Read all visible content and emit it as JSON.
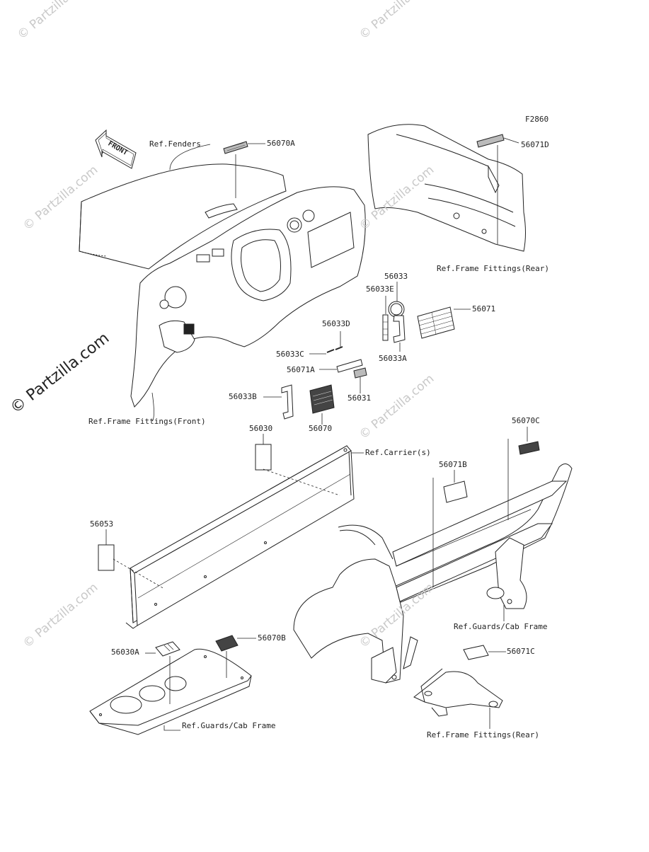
{
  "figure_code": "F2860",
  "watermark": {
    "text": "© Partzilla.com",
    "color_light": "#d3d3d3",
    "color_dark": "#222222"
  },
  "front_arrow": "FRONT",
  "parts": {
    "p56070A": "56070A",
    "p56071D": "56071D",
    "p56033": "56033",
    "p56033E": "56033E",
    "p56071": "56071",
    "p56033D": "56033D",
    "p56033C": "56033C",
    "p56033A": "56033A",
    "p56071A": "56071A",
    "p56033B": "56033B",
    "p56031": "56031",
    "p56070": "56070",
    "p56030": "56030",
    "p56070C": "56070C",
    "p56071B": "56071B",
    "p56053": "56053",
    "p56030A": "56030A",
    "p56070B": "56070B",
    "p56071C": "56071C"
  },
  "refs": {
    "fenders": "Ref.Fenders",
    "frame_rear_top": "Ref.Frame Fittings(Rear)",
    "frame_front": "Ref.Frame Fittings(Front)",
    "carriers": "Ref.Carrier(s)",
    "guards_right": "Ref.Guards/Cab Frame",
    "guards_bottom": "Ref.Guards/Cab Frame",
    "frame_rear_bottom": "Ref.Frame Fittings(Rear)"
  }
}
